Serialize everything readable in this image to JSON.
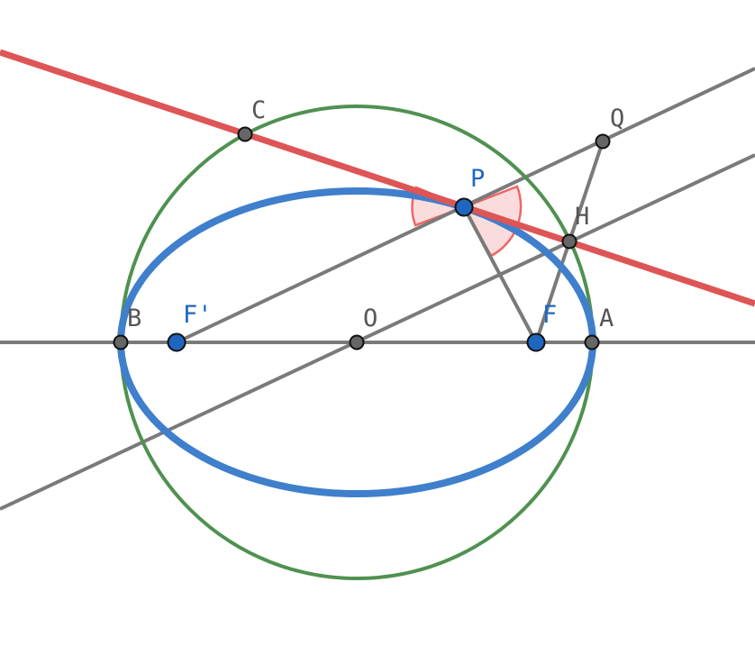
{
  "colors": {
    "line": "#7a7a7a",
    "tangent": "#dd5555",
    "circle": "#4f9150",
    "ellipse": "#3f7fcc",
    "angle_fill": "#fbdcdc",
    "angle_stroke": "#ee6666",
    "free_point": "#1f66c0",
    "derived_point": "#666666",
    "point_outline": "#111111",
    "label_dark": "#555555",
    "label_blue": "#1f66c0"
  },
  "labels": {
    "C": "C",
    "Q": "Q",
    "P": "P",
    "H": "H",
    "B": "B",
    "F_prime": "F'",
    "O": "O",
    "F": "F",
    "A": "A"
  }
}
